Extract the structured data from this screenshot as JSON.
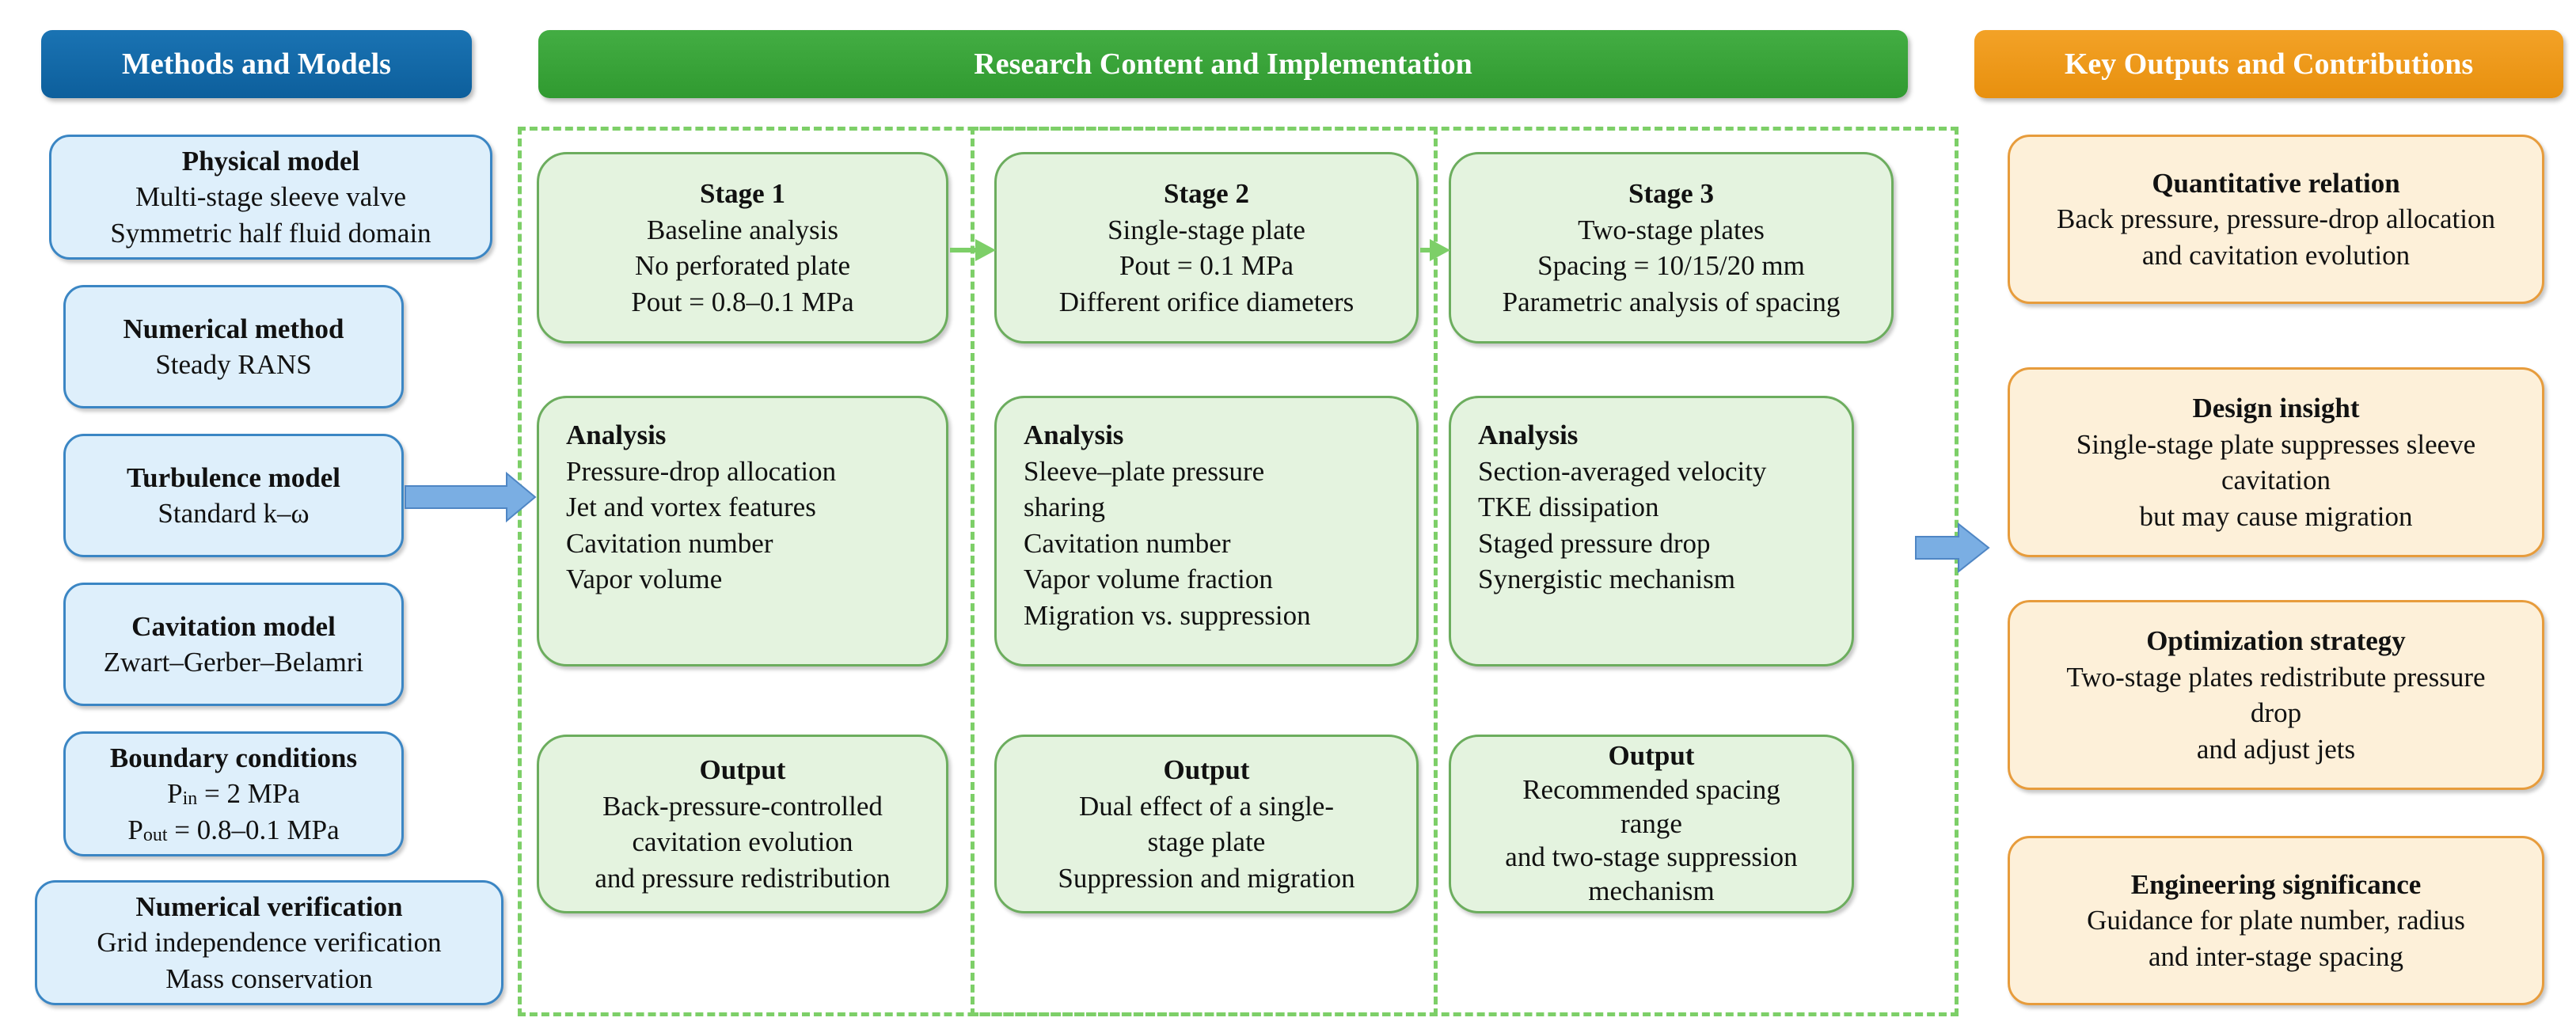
{
  "headers": {
    "left": "Methods and Models",
    "center": "Research Content and Implementation",
    "right": "Key Outputs and Contributions"
  },
  "methods": [
    {
      "title": "Physical model",
      "lines": [
        "Multi-stage sleeve valve",
        "Symmetric half fluid domain"
      ]
    },
    {
      "title": "Numerical method",
      "lines": [
        "Steady RANS"
      ]
    },
    {
      "title": "Turbulence model",
      "lines": [
        "Standard k–ω"
      ]
    },
    {
      "title": "Cavitation model",
      "lines": [
        "Zwart–Gerber–Belamri"
      ]
    },
    {
      "title": "Boundary conditions",
      "lines": [
        "P",
        "in",
        " = 2 MPa",
        "P",
        "out",
        " = 0.8–0.1 MPa"
      ]
    },
    {
      "title": "Numerical verification",
      "lines": [
        "Grid independence verification",
        "Mass conservation"
      ]
    }
  ],
  "stages": [
    {
      "title": "Stage 1",
      "lines": [
        "Baseline analysis",
        "No perforated plate",
        "Pout = 0.8–0.1 MPa"
      ],
      "analysis_title": "Analysis",
      "analysis": [
        "Pressure-drop allocation",
        "Jet and vortex features",
        "Cavitation number",
        "Vapor volume"
      ],
      "output_title": "Output",
      "output": [
        "Back-pressure-controlled",
        "cavitation evolution",
        "and pressure redistribution"
      ]
    },
    {
      "title": "Stage 2",
      "lines": [
        "Single-stage plate",
        "Pout = 0.1 MPa",
        "Different orifice diameters"
      ],
      "analysis_title": "Analysis",
      "analysis": [
        "Sleeve–plate pressure",
        "sharing",
        "Cavitation number",
        "Vapor volume fraction",
        "Migration vs. suppression"
      ],
      "output_title": "Output",
      "output": [
        "Dual effect of a single-",
        "stage plate",
        "Suppression and migration"
      ]
    },
    {
      "title": "Stage 3",
      "lines": [
        "Two-stage plates",
        "Spacing = 10/15/20 mm",
        "Parametric analysis of spacing"
      ],
      "analysis_title": "Analysis",
      "analysis": [
        "Section-averaged velocity",
        "TKE dissipation",
        "Staged pressure drop",
        "Synergistic mechanism"
      ],
      "output_title": "Output",
      "output": [
        "Recommended spacing",
        "range",
        "and two-stage suppression",
        "mechanism"
      ]
    }
  ],
  "outputs": [
    {
      "title": "Quantitative relation",
      "lines": [
        "Back pressure, pressure-drop allocation",
        "and cavitation evolution"
      ]
    },
    {
      "title": "Design insight",
      "lines": [
        "Single-stage plate suppresses sleeve",
        "cavitation",
        "but may cause migration"
      ]
    },
    {
      "title": "Optimization strategy",
      "lines": [
        "Two-stage plates redistribute pressure",
        "drop",
        "and adjust jets"
      ]
    },
    {
      "title": "Engineering significance",
      "lines": [
        "Guidance for plate number, radius",
        "and inter-stage spacing"
      ]
    }
  ],
  "colors": {
    "blue_header": "#0d5f9c",
    "green_header": "#309a30",
    "orange_header": "#e8900e",
    "arrow_blue": "#6a9fd8",
    "dash_green": "#7dcf68"
  }
}
